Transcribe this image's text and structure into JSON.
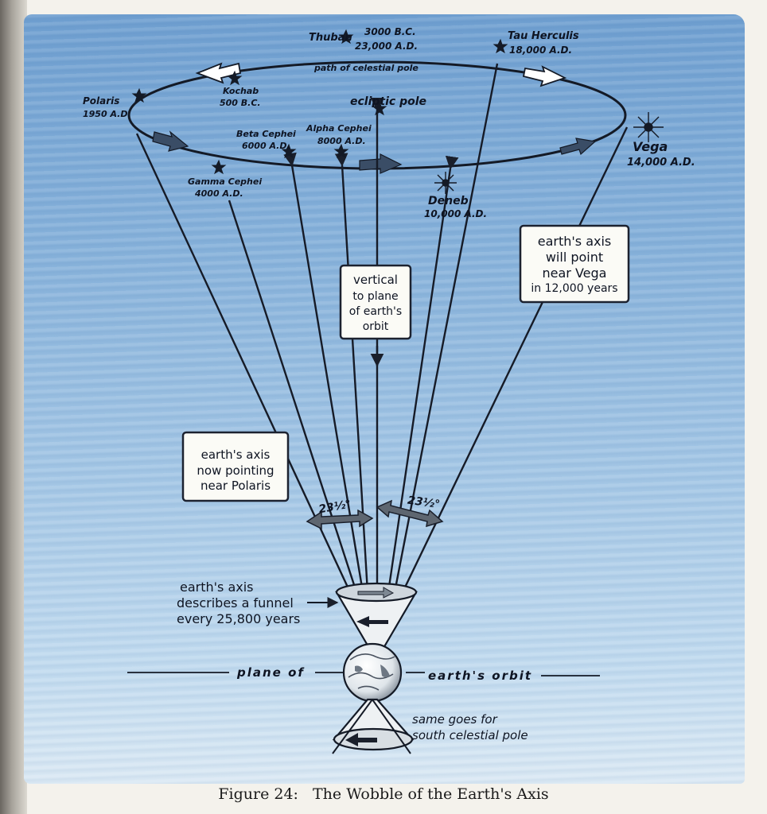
{
  "stars": {
    "thuban_name": "Thuban",
    "thuban_date1": "3000 B.C.",
    "thuban_date2": "23,000 A.D.",
    "tau_name": "Tau Herculis",
    "tau_date": "18,000 A.D.",
    "polaris_name": "Polaris",
    "polaris_date": "1950 A.D.",
    "kochab_name": "Kochab",
    "kochab_date": "500 B.C.",
    "ecliptic_pole": "ecliptic pole",
    "beta_name": "Beta Cephei",
    "beta_date": "6000 A.D.",
    "alpha_name": "Alpha Cephei",
    "alpha_date": "8000 A.D.",
    "gamma_name": "Gamma Cephei",
    "gamma_date": "4000 A.D.",
    "deneb_name": "Deneb",
    "deneb_date": "10,000 A.D.",
    "vega_name": "Vega",
    "vega_date": "14,000 A.D."
  },
  "path_label": "path of celestial pole",
  "boxes": {
    "vega_box": [
      "earth's axis",
      "will point",
      "near Vega",
      "in 12,000 years"
    ],
    "vertical_box": [
      "vertical",
      "to plane",
      "of earth's",
      "orbit"
    ],
    "polaris_box": [
      "earth's axis",
      "now pointing",
      "near Polaris"
    ]
  },
  "angles": {
    "left": "23½°",
    "right": "23½°"
  },
  "funnel_text": [
    "earth's axis",
    "describes a funnel",
    "every 25,800 years"
  ],
  "plane": {
    "left": "plane of",
    "right": "earth's orbit"
  },
  "south_text": [
    "same goes for",
    "south celestial pole"
  ],
  "caption": {
    "number": "Figure 24:",
    "title": "The Wobble of the Earth's Axis"
  }
}
